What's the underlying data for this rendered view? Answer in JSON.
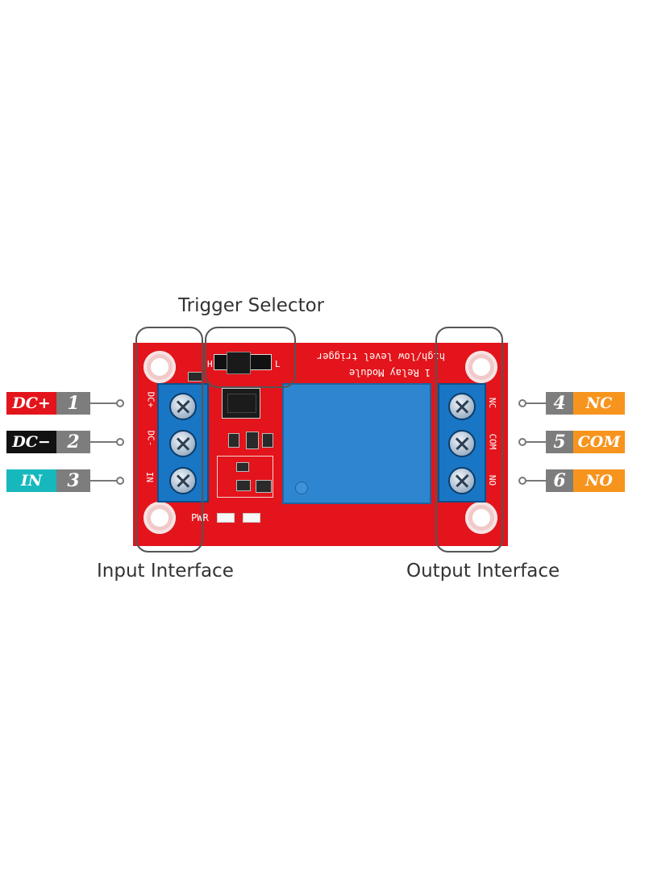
{
  "captions": {
    "trigger_selector": "Trigger Selector",
    "input_interface": "Input Interface",
    "output_interface": "Output Interface"
  },
  "board": {
    "title": "1 Relay Module",
    "subtitle": "high/low level trigger",
    "pwr_label": "PWR",
    "input_silk": [
      "DC+",
      "DC-",
      "IN"
    ],
    "output_silk": [
      "NC",
      "COM",
      "NO"
    ],
    "colors": {
      "pcb": "#e3141b",
      "relay": "#2d86cf",
      "terminal": "#1976c4"
    }
  },
  "input_pins": [
    {
      "label": "DC+",
      "number": "1",
      "color": "#e3141b"
    },
    {
      "label": "DC−",
      "number": "2",
      "color": "#111111"
    },
    {
      "label": "IN",
      "number": "3",
      "color": "#17b8bd"
    }
  ],
  "output_pins": [
    {
      "label": "NC",
      "number": "4",
      "color": "#f7941d"
    },
    {
      "label": "COM",
      "number": "5",
      "color": "#f7941d"
    },
    {
      "label": "NO",
      "number": "6",
      "color": "#f7941d"
    }
  ]
}
